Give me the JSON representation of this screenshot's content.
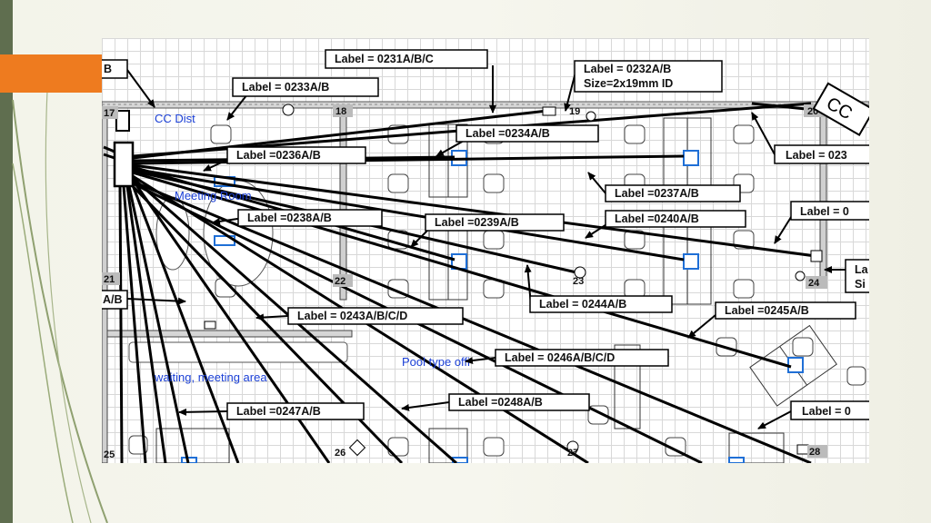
{
  "slide": {
    "accent_color": "#ee7b1f",
    "sidebar_color": "#5f6e4f"
  },
  "floorplan": {
    "labels": {
      "l_b_top": "B",
      "l_0231": "Label = 0231A/B/C",
      "l_0232_line1": "Label = 0232A/B",
      "l_0232_line2": "Size=2x19mm ID",
      "l_0233": "Label = 0233A/B",
      "l_0234": "Label =0234A/B",
      "l_0236": "Label =0236A/B",
      "l_023_right": "Label = 023",
      "l_0237": "Label =0237A/B",
      "l_0238": "Label =0238A/B",
      "l_0239": "Label =0239A/B",
      "l_0240": "Label =0240A/B",
      "l_0_right": "Label = 0",
      "l_la_line1": "La",
      "l_la_line2": "Si",
      "l_ab_left": "A/B",
      "l_0244": "Label = 0244A/B",
      "l_0245": "Label =0245A/B",
      "l_0243": "Label = 0243A/B/C/D",
      "l_0246": "Label = 0246A/B/C/D",
      "l_0248": "Label =0248A/B",
      "l_0247": "Label =0247A/B",
      "l_0_bottom_right": "Label = 0",
      "cc_tag": "CC"
    },
    "room_numbers": [
      "17",
      "18",
      "19",
      "20",
      "21",
      "22",
      "23",
      "24",
      "25",
      "26",
      "27",
      "28"
    ],
    "room_names": {
      "meeting_room": "Meeting Room",
      "waiting_area": "waiting, meeting area",
      "pool_office": "Pool type offi",
      "cc_dist": "CC Dist"
    }
  }
}
